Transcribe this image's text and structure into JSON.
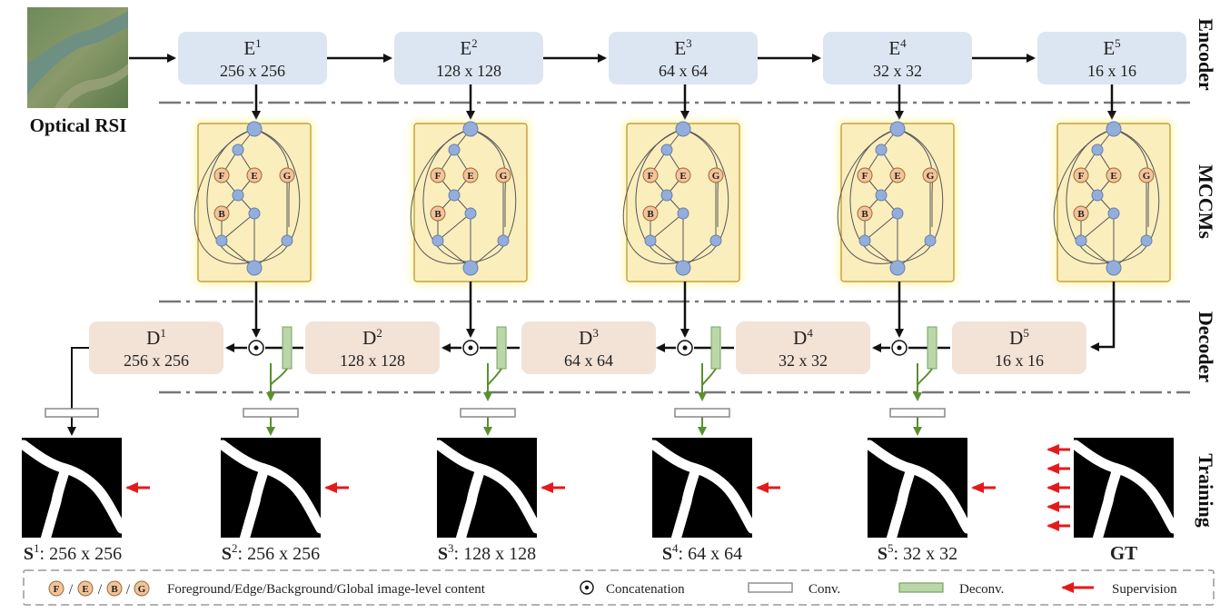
{
  "input": {
    "label": "Optical RSI"
  },
  "rows": {
    "encoder": "Encoder",
    "mccm": "MCCMs",
    "decoder": "Decoder",
    "training": "Training"
  },
  "encoder_blocks": [
    {
      "name": "E",
      "sup": "1",
      "size": "256 x 256"
    },
    {
      "name": "E",
      "sup": "2",
      "size": "128 x 128"
    },
    {
      "name": "E",
      "sup": "3",
      "size": "64 x 64"
    },
    {
      "name": "E",
      "sup": "4",
      "size": "32 x 32"
    },
    {
      "name": "E",
      "sup": "5",
      "size": "16 x 16"
    }
  ],
  "decoder_blocks": [
    {
      "name": "D",
      "sup": "1",
      "size": "256 x 256"
    },
    {
      "name": "D",
      "sup": "2",
      "size": "128 x 128"
    },
    {
      "name": "D",
      "sup": "3",
      "size": "64 x 64"
    },
    {
      "name": "D",
      "sup": "4",
      "size": "32 x 32"
    },
    {
      "name": "D",
      "sup": "5",
      "size": "16 x 16"
    }
  ],
  "mccm_nodes": {
    "f": "F",
    "e": "E",
    "b": "B",
    "g": "G"
  },
  "outputs": [
    {
      "name": "S",
      "sup": "1",
      "size": ": 256 x 256"
    },
    {
      "name": "S",
      "sup": "2",
      "size": ": 256 x 256"
    },
    {
      "name": "S",
      "sup": "3",
      "size": ": 128 x 128"
    },
    {
      "name": "S",
      "sup": "4",
      "size": ": 64 x 64"
    },
    {
      "name": "S",
      "sup": "5",
      "size": ": 32 x 32"
    }
  ],
  "gt": {
    "label": "GT"
  },
  "legend": {
    "f": "F",
    "e": "E",
    "b": "B",
    "g": "G",
    "sep": "/",
    "content": "Foreground/Edge/Background/Global image-level content",
    "concat": "Concatenation",
    "conv": "Conv.",
    "deconv": "Deconv.",
    "supervision": "Supervision"
  },
  "colors": {
    "encoder_fill": "#dce6f2",
    "decoder_fill": "#f3e2d6",
    "mccm_fill": "#fbeebd",
    "mccm_glow": "#fff27a",
    "node_fill": "#94aedc",
    "content_node_fill": "#f3c39a",
    "deconv_fill": "#b9d7a8",
    "green_arrow": "#5b8f2e",
    "red_arrow": "#e31a1c"
  }
}
